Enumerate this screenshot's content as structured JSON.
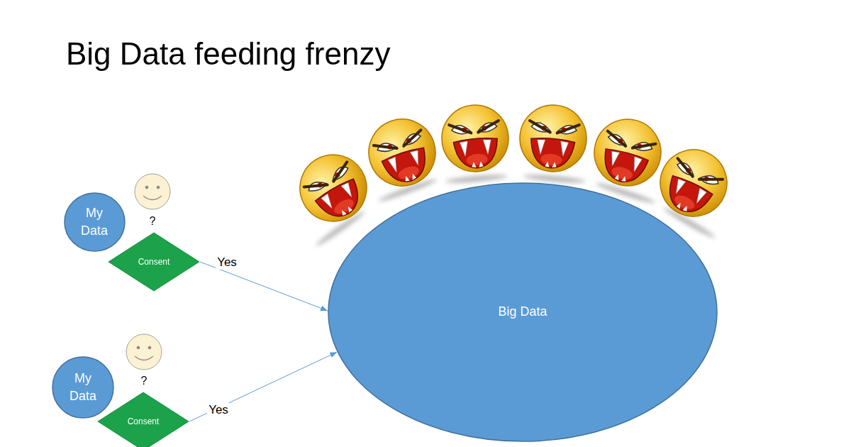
{
  "diagram": {
    "title": "Big Data feeding frenzy",
    "nodes": [
      {
        "text": [
          "My Data"
        ]
      },
      {
        "text": [
          "Consent"
        ]
      },
      {
        "text": [
          "Big Data"
        ]
      },
      {
        "text": [
          "My Data"
        ]
      },
      {
        "text": [
          "Consent"
        ]
      }
    ],
    "edges": [
      {
        "from": 1,
        "to": 2,
        "arrow": "to",
        "label": "Yes"
      },
      {
        "from": 4,
        "to": 2,
        "arrow": "to",
        "label": "Yes"
      }
    ],
    "labels": [
      "?",
      "?"
    ]
  }
}
